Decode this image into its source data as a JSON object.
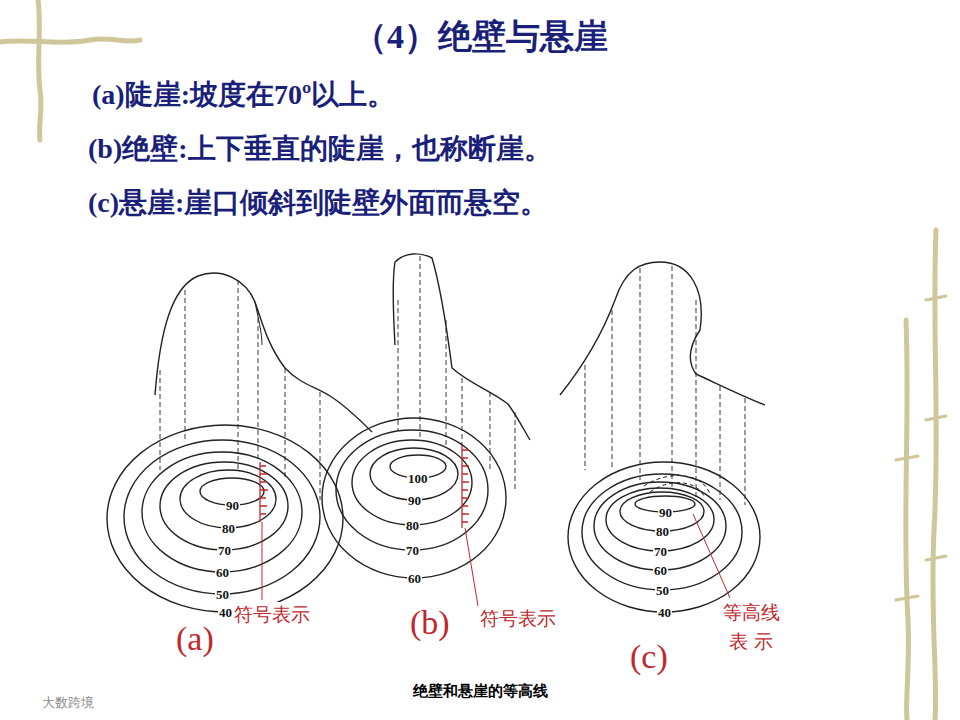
{
  "diagram": {
    "title": "（4）绝壁与悬崖",
    "caption": "绝壁和悬崖的等高线",
    "labels": [
      "(a)陡崖:坡度在70º以上。",
      "(b)绝壁:上下垂直的陡崖，也称断崖。",
      "(c)悬崖:崖口倾斜到陡壁外面而悬空。",
      "90",
      "80",
      "70",
      "60",
      "50",
      "40",
      "符号表示",
      "(a)",
      "100",
      "90",
      "80",
      "70",
      "60",
      "符号表示",
      "(b)",
      "90",
      "80",
      "70",
      "60",
      "50",
      "40",
      "等高线 表 示",
      "(c)",
      "大数跨境"
    ]
  }
}
